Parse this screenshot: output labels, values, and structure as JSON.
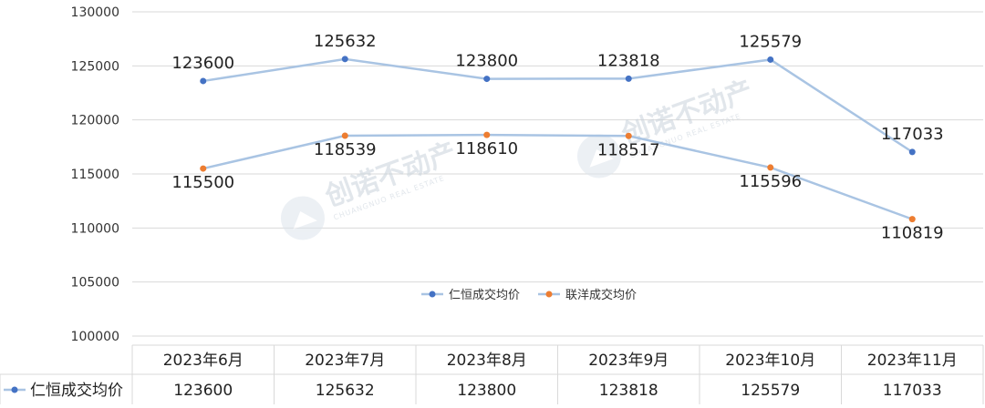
{
  "chart_data": {
    "type": "line",
    "categories": [
      "2023年6月",
      "2023年7月",
      "2023年8月",
      "2023年9月",
      "2023年10月",
      "2023年11月"
    ],
    "ylim": [
      100000,
      130000
    ],
    "yticks": [
      100000,
      105000,
      110000,
      115000,
      120000,
      125000,
      130000
    ],
    "grid": true,
    "legend_placement": "bottom-center",
    "series": [
      {
        "name": "仁恒成交均价",
        "values": [
          123600,
          125632,
          123800,
          123818,
          125579,
          117033
        ],
        "line_color": "#a9c4e3",
        "marker_color": "#4472c4"
      },
      {
        "name": "联洋成交均价",
        "values": [
          115500,
          118539,
          118610,
          118517,
          115596,
          110819
        ],
        "line_color": "#a9c4e3",
        "marker_color": "#ed7d31"
      }
    ],
    "data_table": {
      "row_label": "仁恒成交均价",
      "values": [
        "123600",
        "125632",
        "123800",
        "123818",
        "125579",
        "117033"
      ]
    }
  },
  "watermark": {
    "text": "创诺不动产",
    "subtext": "CHUANGNUO REAL ESTATE"
  },
  "colors": {
    "grid": "#d9d9d9",
    "axis_text": "#333333"
  }
}
